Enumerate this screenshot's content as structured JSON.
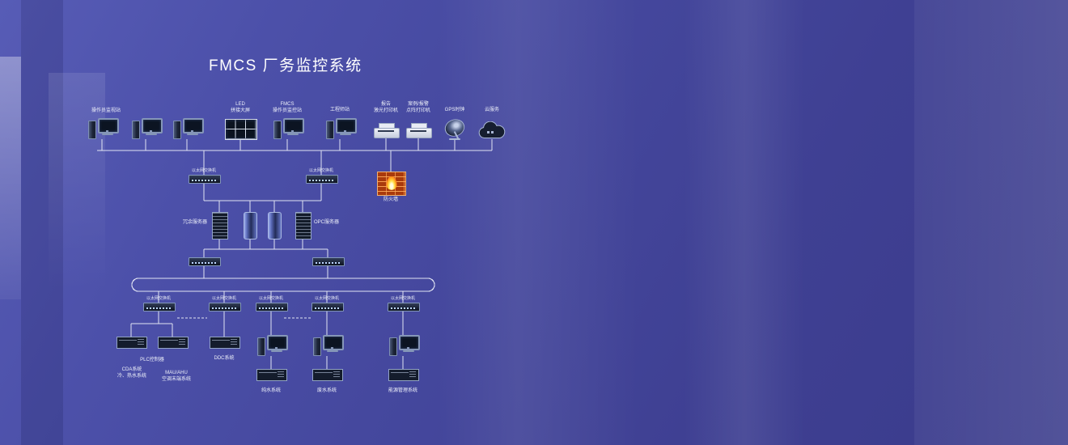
{
  "title": "FMCS 厂务监控系统",
  "colors": {
    "background": "#4548a0",
    "line": "#eef1fa",
    "text": "#ffffff",
    "firewall_brick": "#a93a0c",
    "flame": "#ffd23e"
  },
  "labels": {
    "operator_station": "操作员监视站",
    "led_wall": "LED\n拼接大屏",
    "fmcs_station": "FMCS\n操作员监控站",
    "engineer_station": "工程师站",
    "laser_printer": "报告\n激光打印机",
    "dot_printer": "案例/报警\n点阵打印机",
    "gps_clock": "GPS时钟",
    "cloud_service": "云服务",
    "ethernet_switch": "以太网交换机",
    "firewall": "防火墙",
    "redundant_server": "冗余服务器",
    "opc_server": "OPC服务器",
    "plc_controller": "PLC控制器",
    "cda_system": "CDA系统\n冷、热水系统",
    "mau_ahu": "MAU/AHU\n空调末端系统",
    "ddc_system": "DDC系统",
    "pure_water": "纯水系统",
    "waste_water": "废水系统",
    "energy_mgmt": "能源管理系统"
  }
}
